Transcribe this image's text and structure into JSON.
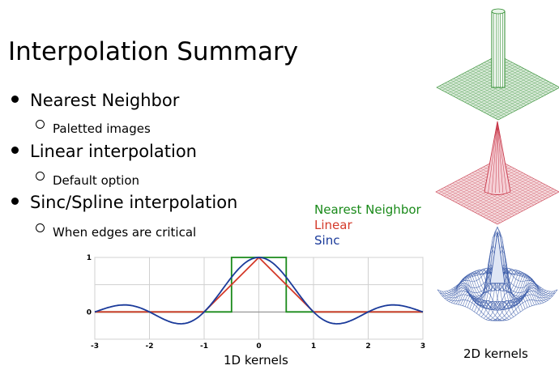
{
  "slide": {
    "title": "Interpolation Summary",
    "bullets": [
      {
        "text": "Nearest Neighbor",
        "sub": "Paletted images"
      },
      {
        "text": "Linear interpolation",
        "sub": "Default option"
      },
      {
        "text": "Sinc/Spline interpolation",
        "sub": "When edges are critical"
      }
    ],
    "caption_1d": "1D kernels",
    "caption_2d": "2D kernels"
  },
  "chart_data": {
    "type": "line",
    "x_ticks": [
      "-3",
      "-2",
      "-1",
      "0",
      "1",
      "2",
      "3"
    ],
    "y_ticks": [
      "0",
      "1"
    ],
    "xlim": [
      -3,
      3
    ],
    "ylim": [
      -0.5,
      1
    ],
    "grid": true,
    "legend_placement": "top-right",
    "series": [
      {
        "name": "Nearest Neighbor",
        "color": "#1a8a1a",
        "x": [
          -3,
          -0.5,
          -0.5,
          0.5,
          0.5,
          3
        ],
        "y": [
          0,
          0,
          1,
          1,
          0,
          0
        ]
      },
      {
        "name": "Linear",
        "color": "#d43a2a",
        "x": [
          -3,
          -1,
          0,
          1,
          3
        ],
        "y": [
          0,
          0,
          1,
          0,
          0
        ]
      },
      {
        "name": "Sinc",
        "color": "#1a3a9a",
        "function": "sinc",
        "x_range": [
          -3,
          3
        ]
      }
    ]
  },
  "kernels_2d": [
    {
      "kind": "nearest",
      "color": "#2a8a2a"
    },
    {
      "kind": "linear",
      "color": "#c8384a"
    },
    {
      "kind": "sinc",
      "color": "#3a5aa8"
    }
  ]
}
